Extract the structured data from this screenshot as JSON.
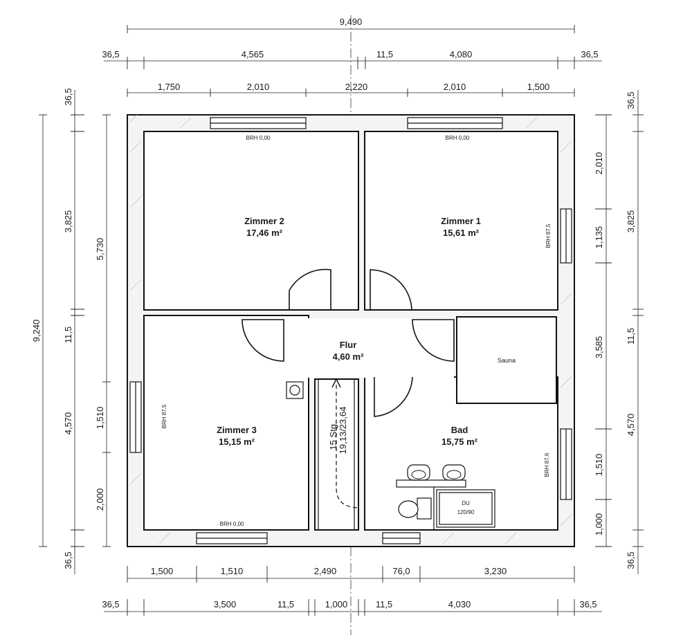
{
  "dimensions": {
    "top_overall": "9,490",
    "top_row2": [
      "36,5",
      "4,565",
      "11,5",
      "4,080",
      "36,5"
    ],
    "top_row3": [
      "1,750",
      "2,010",
      "2,220",
      "2,010",
      "1,500"
    ],
    "bottom_row1": [
      "1,500",
      "1,510",
      "2,490",
      "76,0",
      "3,230"
    ],
    "bottom_row2": [
      "36,5",
      "3,500",
      "11,5",
      "1,000",
      "11,5",
      "4,030",
      "36,5"
    ],
    "left_overall": "9,240",
    "left_row2": [
      "36,5",
      "3,825",
      "11,5",
      "4,570",
      "36,5"
    ],
    "left_row3": [
      "5,730",
      "1,510",
      "2,000"
    ],
    "right_row1": [
      "2,010",
      "1,135",
      "3,585",
      "1,510",
      "1,000"
    ],
    "right_row2": [
      "36,5",
      "3,825",
      "11,5",
      "4,570",
      "36,5"
    ]
  },
  "rooms": {
    "zimmer2": {
      "name": "Zimmer 2",
      "area": "17,46 m²"
    },
    "zimmer1": {
      "name": "Zimmer 1",
      "area": "15,61 m²"
    },
    "flur": {
      "name": "Flur",
      "area": "4,60 m²"
    },
    "zimmer3": {
      "name": "Zimmer 3",
      "area": "15,15 m²"
    },
    "bad": {
      "name": "Bad",
      "area": "15,75 m²"
    },
    "sauna": {
      "name": "Sauna"
    }
  },
  "labels": {
    "brh_zimmer2": "BRH 0,00",
    "brh_zimmer1": "BRH 0,00",
    "brh_zimmer1_side": "BRH 87,5",
    "brh_zimmer3_side": "BRH 87,5",
    "brh_zimmer3_bottom": "BRH 0,00",
    "brh_bad_side": "BRH 87,6",
    "stair_count": "15 Stg.",
    "stair_dims": "19,13/23,64",
    "shower_label": "DU",
    "shower_size": "120/90"
  }
}
